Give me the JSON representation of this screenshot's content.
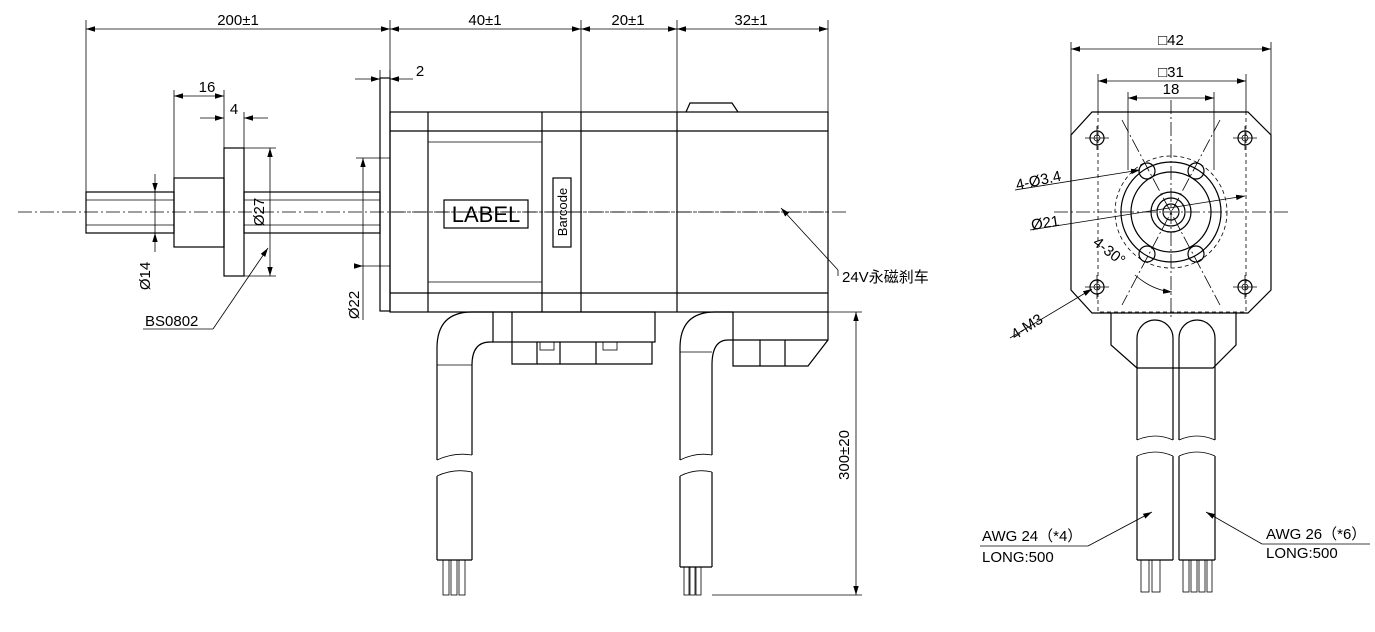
{
  "dimensions": {
    "d200": "200±1",
    "d40": "40±1",
    "d20": "20±1",
    "d32": "32±1",
    "d2": "2",
    "d16": "16",
    "d4": "4",
    "d14": "Ø14",
    "d27": "Ø27",
    "d22": "Ø22",
    "d300": "300±20",
    "sq42": "□42",
    "sq31": "□31",
    "d18": "18",
    "holes": "4-Ø3.4",
    "d21": "Ø21",
    "angle": "4-30°",
    "m3": "4-M3"
  },
  "labels": {
    "label_box": "LABEL",
    "barcode": "Barcode",
    "nut": "BS0802",
    "brake": "24V永磁刹车",
    "awg24": "AWG 24（*4）",
    "awg26": "AWG 26（*6）",
    "long_left": "LONG:500",
    "long_right": "LONG:500"
  }
}
